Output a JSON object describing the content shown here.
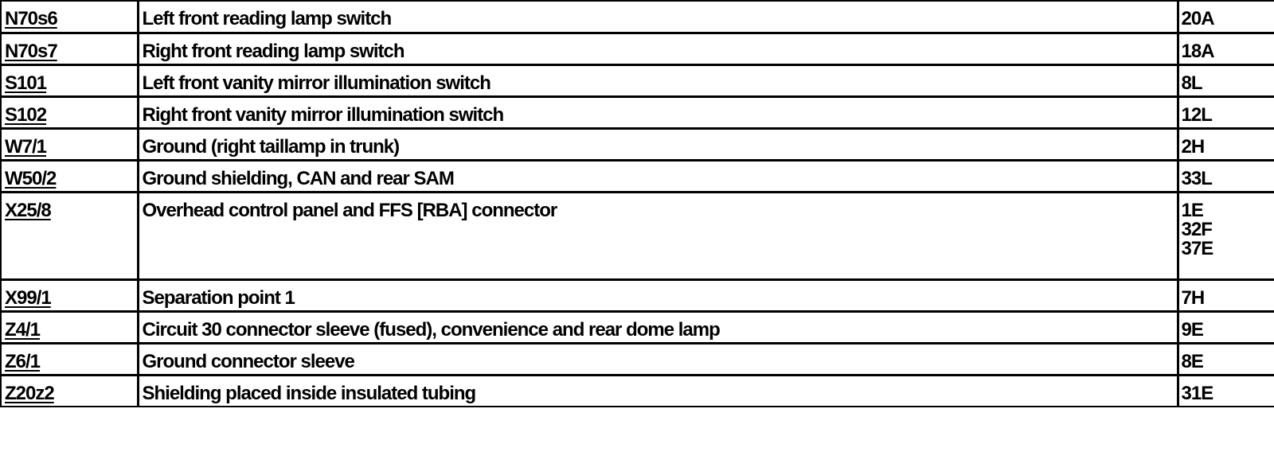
{
  "rows": [
    {
      "code": "N70s6",
      "description": "Left front reading lamp switch",
      "locations": [
        "20A"
      ]
    },
    {
      "code": "N70s7",
      "description": "Right front reading lamp switch",
      "locations": [
        "18A"
      ]
    },
    {
      "code": "S101",
      "description": "Left front vanity mirror illumination switch",
      "locations": [
        "8L"
      ]
    },
    {
      "code": "S102",
      "description": "Right front vanity mirror illumination switch",
      "locations": [
        "12L"
      ]
    },
    {
      "code": "W7/1",
      "description": "Ground (right taillamp in trunk)",
      "locations": [
        "2H"
      ]
    },
    {
      "code": "W50/2",
      "description": "Ground shielding, CAN and rear SAM",
      "locations": [
        "33L"
      ]
    },
    {
      "code": "X25/8",
      "description": "Overhead control panel and FFS [RBA] connector",
      "locations": [
        "1E",
        "32F",
        "37E"
      ]
    },
    {
      "code": "X99/1",
      "description": "Separation point 1",
      "locations": [
        "7H"
      ]
    },
    {
      "code": "Z4/1",
      "description": "Circuit 30 connector sleeve (fused), convenience and rear dome lamp",
      "locations": [
        "9E"
      ]
    },
    {
      "code": "Z6/1",
      "description": "Ground connector sleeve",
      "locations": [
        "8E"
      ]
    },
    {
      "code": "Z20z2",
      "description": "Shielding placed inside insulated tubing",
      "locations": [
        "31E"
      ]
    }
  ]
}
